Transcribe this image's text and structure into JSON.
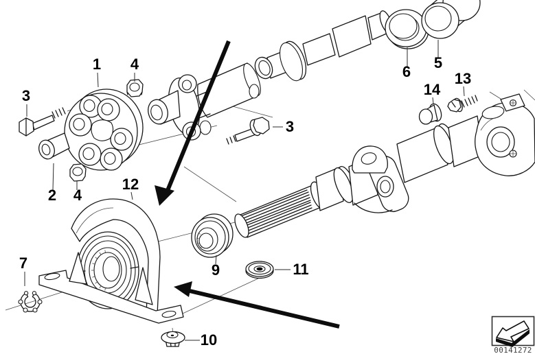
{
  "meta": {
    "description": "Exploded technical parts diagram of a vehicle drive shaft with flex disc, center bearing and universal joint"
  },
  "labels": [
    {
      "id": "1",
      "text": "1"
    },
    {
      "id": "4-top",
      "text": "4"
    },
    {
      "id": "3-left",
      "text": "3"
    },
    {
      "id": "2",
      "text": "2"
    },
    {
      "id": "4-bottom",
      "text": "4"
    },
    {
      "id": "12",
      "text": "12"
    },
    {
      "id": "7",
      "text": "7"
    },
    {
      "id": "9",
      "text": "9"
    },
    {
      "id": "10",
      "text": "10"
    },
    {
      "id": "11",
      "text": "11"
    },
    {
      "id": "3-right",
      "text": "3"
    },
    {
      "id": "6",
      "text": "6"
    },
    {
      "id": "5",
      "text": "5"
    },
    {
      "id": "14",
      "text": "14"
    },
    {
      "id": "13",
      "text": "13"
    }
  ],
  "footer": {
    "id_number": "00141272",
    "icon": "corner-arrow-down-left-icon"
  },
  "colors": {
    "line": "#161616",
    "background": "#ffffff",
    "label": "#000000"
  }
}
